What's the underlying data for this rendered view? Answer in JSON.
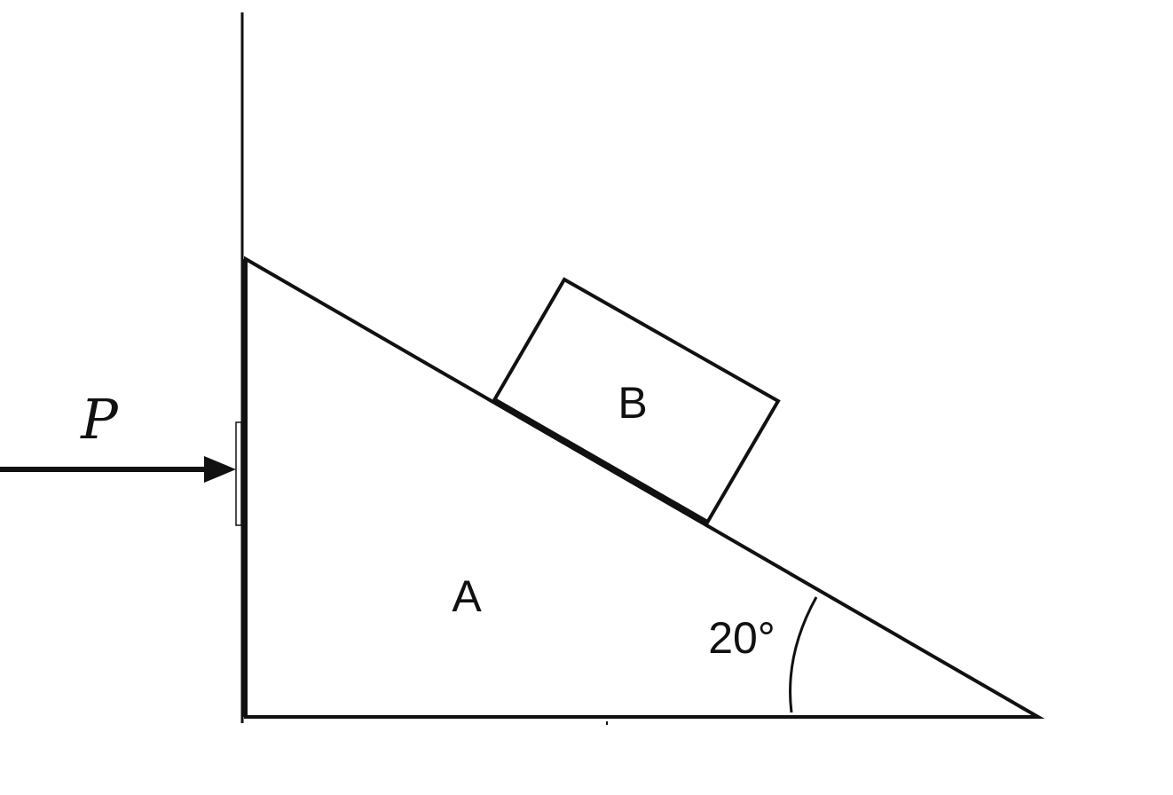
{
  "diagram": {
    "force_label": "P",
    "block_a_label": "A",
    "block_b_label": "B",
    "angle_label": "20°",
    "incline_angle_deg": 20,
    "colors": {
      "ink": "#111111",
      "background": "#ffffff"
    }
  }
}
